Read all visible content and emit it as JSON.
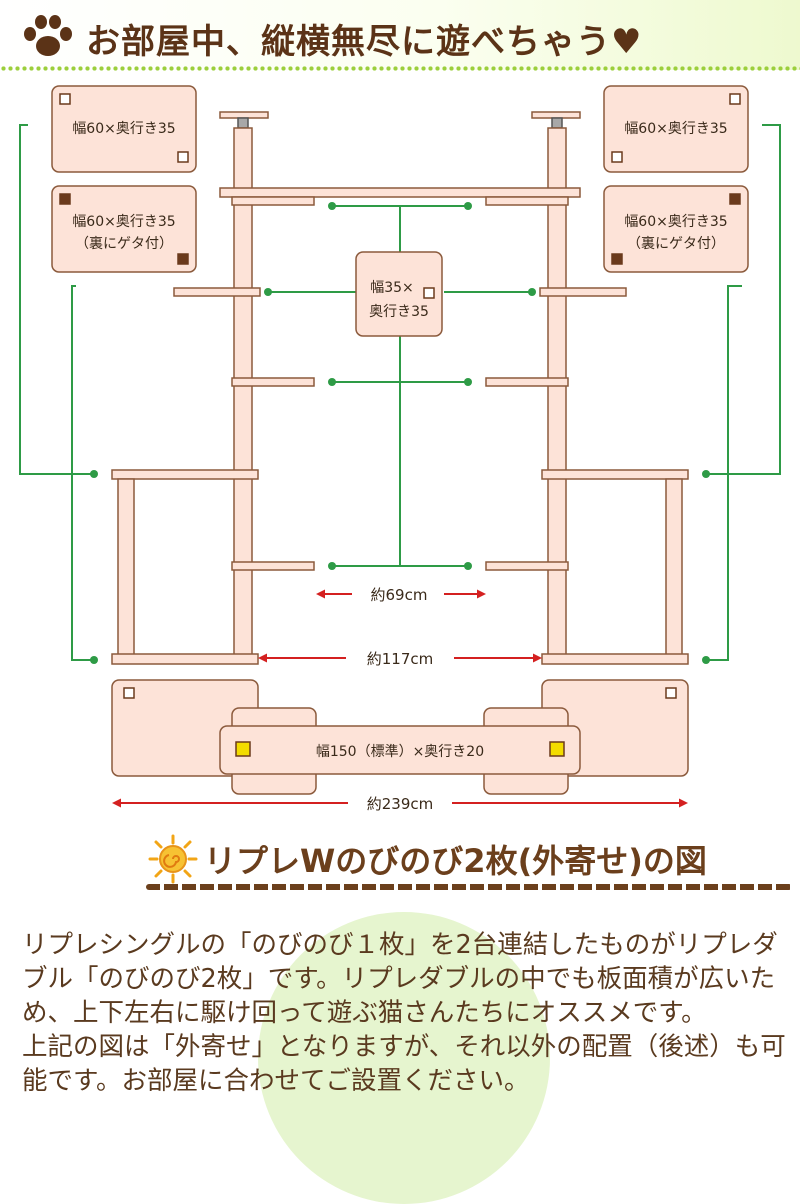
{
  "header": {
    "title": "お部屋中、縦横無尽に遊べちゃう♥",
    "icon": "paw-icon",
    "color": "#5b3317"
  },
  "labels": {
    "shelf_top_left": "幅60×奥行き35",
    "shelf_top_right": "幅60×奥行き35",
    "shelf_geta_left_1": "幅60×奥行き35",
    "shelf_geta_left_2": "（裏にゲタ付）",
    "shelf_geta_right_1": "幅60×奥行き35",
    "shelf_geta_right_2": "（裏にゲタ付）",
    "shelf_center_1": "幅35×",
    "shelf_center_2": "奥行き35",
    "base_label": "幅150（標準）×奥行き20",
    "dim_69": "約69cm",
    "dim_117": "約117cm",
    "dim_239": "約239cm"
  },
  "subtitle": {
    "text": "リプレWのびのび2枚(外寄せ)の図",
    "icon": "sun-icon"
  },
  "description": {
    "paragraph_1": "リプレシングルの「のびのび１枚」を2台連結したものがリプレダブル「のびのび2枚」です。リプレダブルの中でも板面積が広いため、上下左右に駆け回って遊ぶ猫さんたちにオススメです。",
    "paragraph_2": "上記の図は「外寄せ」となりますが、それ以外の配置（後述）も可能です。お部屋に合わせてご設置ください。"
  },
  "colors": {
    "wood": "#fde3d8",
    "wood_stroke": "#8b5a3c",
    "leader": "#2e9b46",
    "dimension": "#d42020",
    "square_marker": "#6b3a1c",
    "base_marker": "#f3dc00",
    "text_brown": "#5a3a1f"
  }
}
